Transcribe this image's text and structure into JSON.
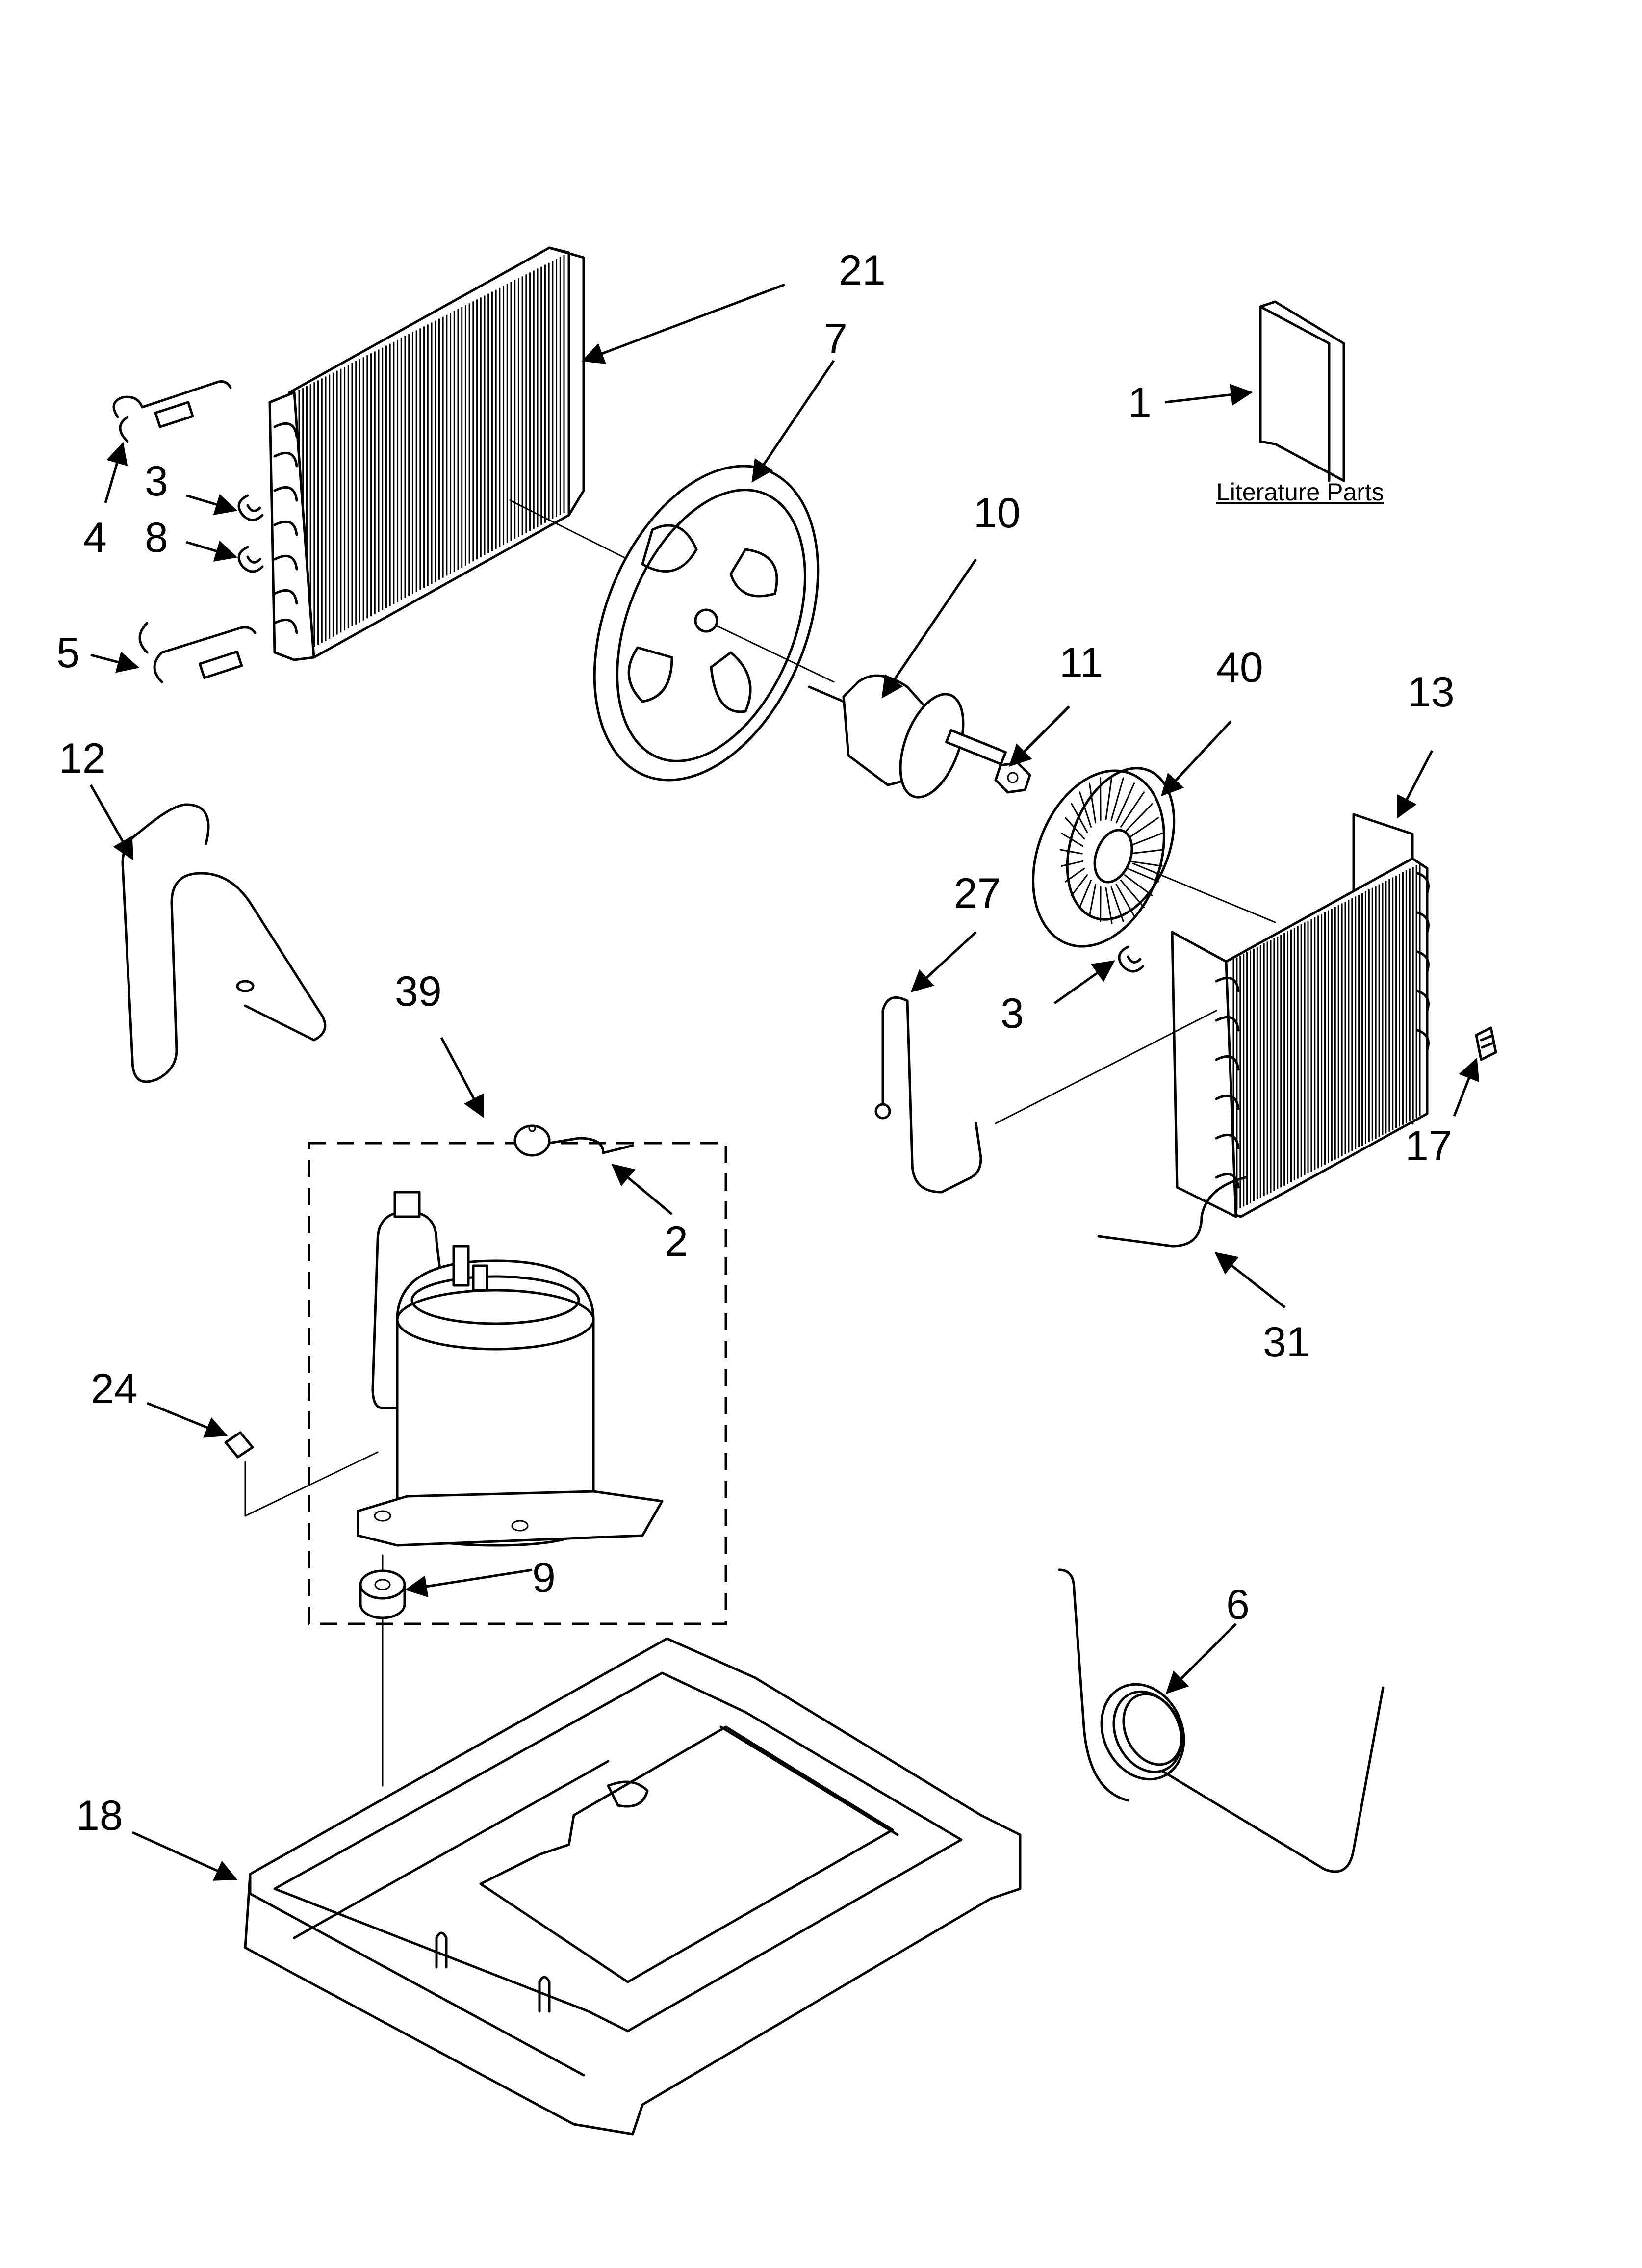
{
  "callouts": [
    {
      "id": "21",
      "text": "21"
    },
    {
      "id": "7",
      "text": "7"
    },
    {
      "id": "1",
      "text": "1"
    },
    {
      "id": "4",
      "text": "4"
    },
    {
      "id": "3a",
      "text": "3"
    },
    {
      "id": "8",
      "text": "8"
    },
    {
      "id": "5",
      "text": "5"
    },
    {
      "id": "10",
      "text": "10"
    },
    {
      "id": "11",
      "text": "11"
    },
    {
      "id": "40",
      "text": "40"
    },
    {
      "id": "13",
      "text": "13"
    },
    {
      "id": "12",
      "text": "12"
    },
    {
      "id": "27",
      "text": "27"
    },
    {
      "id": "3b",
      "text": "3"
    },
    {
      "id": "17",
      "text": "17"
    },
    {
      "id": "39",
      "text": "39"
    },
    {
      "id": "2",
      "text": "2"
    },
    {
      "id": "31",
      "text": "31"
    },
    {
      "id": "24",
      "text": "24"
    },
    {
      "id": "9",
      "text": "9"
    },
    {
      "id": "6",
      "text": "6"
    },
    {
      "id": "18",
      "text": "18"
    }
  ],
  "literature_label": "Literature Parts"
}
